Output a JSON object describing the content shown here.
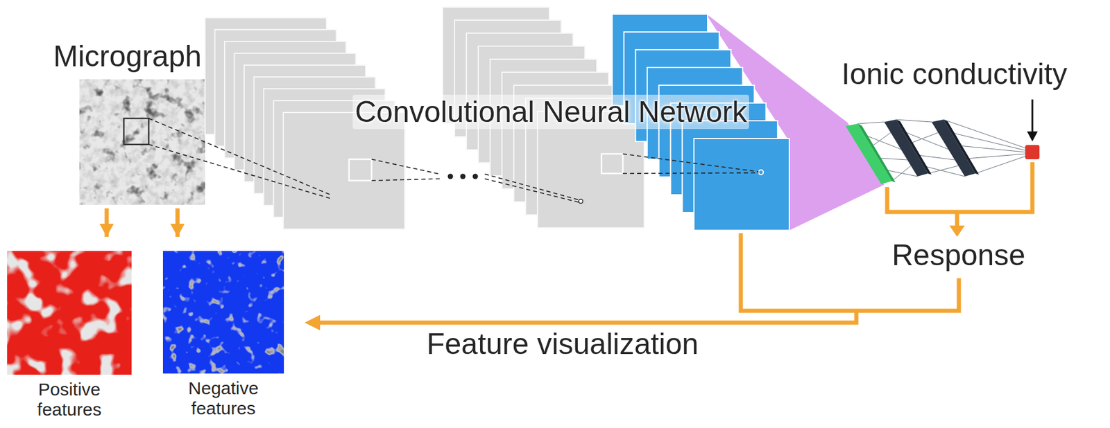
{
  "diagram": {
    "nodes": [
      {
        "text": [
          "Micrograph"
        ]
      },
      {
        "text": [
          "Positive features"
        ]
      },
      {
        "text": [
          "Negative features"
        ]
      }
    ],
    "edges": [
      {
        "from": 0,
        "to": 1,
        "arrow": "to"
      },
      {
        "from": 0,
        "to": 2,
        "arrow": "to"
      }
    ],
    "labels": [
      "Convolutional Neural Network",
      "Ionic conductivity",
      "Response",
      "Feature visualization"
    ]
  }
}
